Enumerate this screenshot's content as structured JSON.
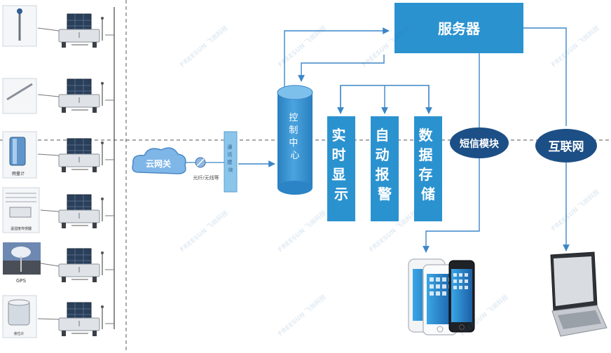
{
  "nodes": {
    "server": "服务器",
    "control_center": "控制中心",
    "realtime_display": "实时显示",
    "auto_alarm": "自动报警",
    "data_storage": "数据存储",
    "sms_module": "短信模块",
    "internet": "互联网",
    "cloud_gateway": "云网关",
    "comm_module": "通讯模块",
    "link_media": "光纤/无线等"
  },
  "sensors": {
    "s1": "",
    "s2": "",
    "s3": "雨量计",
    "s4": "温湿度传感器",
    "s5": "GPS",
    "s6": "液位计"
  },
  "watermark": "FREESUN 飞尚科技",
  "colors": {
    "box_blue": "#2b92d0",
    "line_blue": "#3b86c8",
    "oval_navy": "#1c4f86",
    "cylinder": "#3591d1"
  }
}
